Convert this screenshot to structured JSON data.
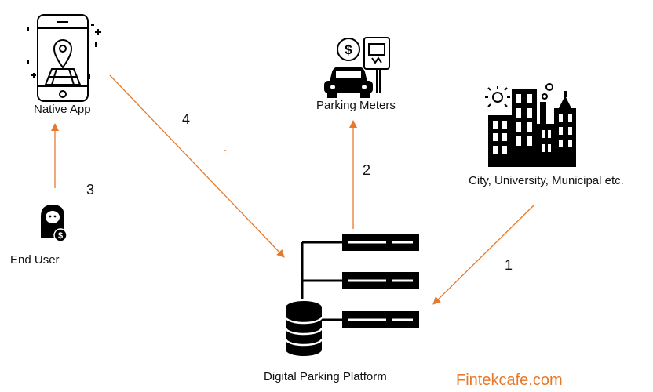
{
  "accent_color": "#E8792B",
  "icon_color": "#000000",
  "nodes": {
    "native_app": {
      "label": "Native App",
      "icon": "smartphone-map-pin-icon"
    },
    "parking_meters": {
      "label": "Parking Meters",
      "icon": "parking-meter-car-icon"
    },
    "city": {
      "label": "City, University, Municipal etc.",
      "icon": "city-buildings-icon"
    },
    "end_user": {
      "label": "End User",
      "icon": "user-dollar-icon"
    },
    "platform": {
      "label": "Digital Parking Platform",
      "icon": "database-server-icon"
    }
  },
  "steps": {
    "s1": "1",
    "s2": "2",
    "s3": "3",
    "s4": "4"
  },
  "brand": {
    "text": "Fintekcafe.com",
    "color": "#E8792B"
  }
}
